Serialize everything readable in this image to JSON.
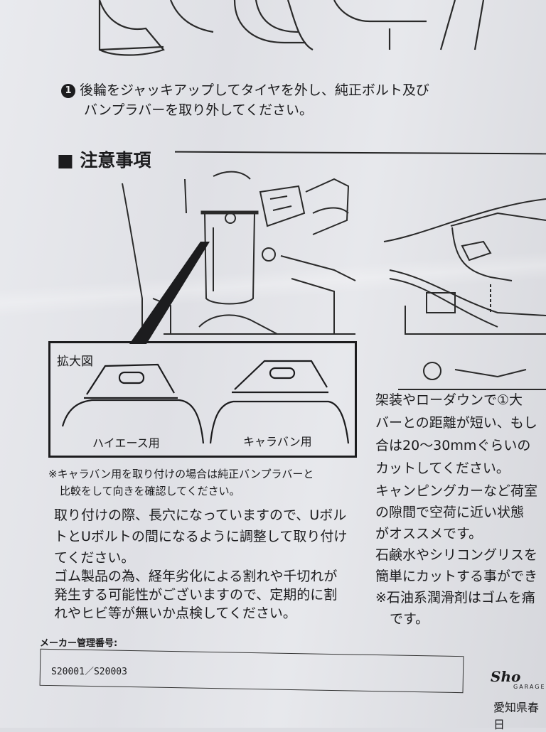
{
  "step1": {
    "number": "1",
    "line1": "後輪をジャッキアップしてタイヤを外し、純正ボルト及び",
    "line2": "バンプラバーを取り外してください。"
  },
  "caution_heading": "■ 注意事項",
  "zoom": {
    "label": "拡大図",
    "left_label": "ハイエース用",
    "right_label": "キャラバン用"
  },
  "note": {
    "line1": "※キャラバン用を取り付けの場合は純正バンプラバーと",
    "line2": "比較をして向きを確認してください。"
  },
  "instructions": {
    "p1": [
      "取り付けの際、長穴になっていますので、Uボル",
      "トとUボルトの間になるように調整して取り付け",
      "てください。"
    ],
    "p2": [
      "ゴム製品の為、経年劣化による割れや千切れが",
      "発生する可能性がございますので、定期的に割",
      "れやヒビ等が無いか点検してください。"
    ]
  },
  "right_column": [
    "架装やローダウンで①大",
    "バーとの距離が短い、もし",
    "合は20〜30mmぐらいの",
    "カットしてください。",
    "キャンピングカーなど荷室",
    "の隙間で空荷に近い状態",
    "がオススメです。",
    "石鹸水やシリコングリスを",
    "簡単にカットする事ができ",
    "※石油系潤滑剤はゴムを痛",
    "です。"
  ],
  "maker": {
    "label": "メーカー管理番号:",
    "code": "S20001／S20003"
  },
  "footer": {
    "logo_text": "Sho",
    "logo_sub": "GARAGE",
    "address": "愛知県春日"
  }
}
